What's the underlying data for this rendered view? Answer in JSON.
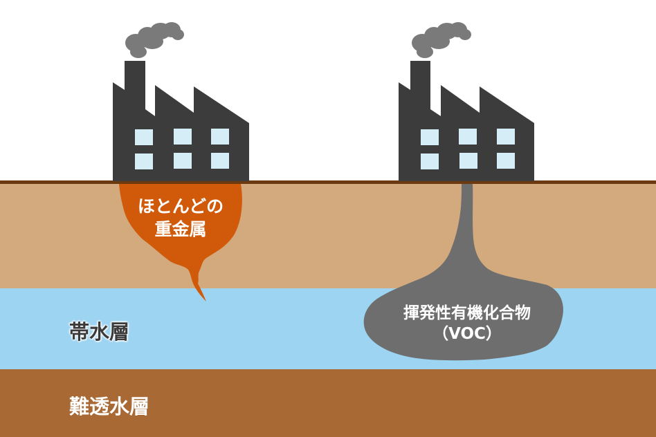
{
  "title": "土壌汚染の広がり方（重金属とVOC）",
  "layers": {
    "ground_surface": {
      "color": "#6b3a10"
    },
    "unsaturated_soil": {
      "color": "#d2aa7e"
    },
    "aquifer": {
      "label": "帯水層",
      "color": "#9dd4f1"
    },
    "aquitard": {
      "label": "難透水層",
      "color": "#a86934"
    }
  },
  "factories": [
    {
      "name": "factory-left",
      "body_color": "#3c3c3c",
      "window_color": "#d5edf6",
      "smoke_color": "#7a7a7a",
      "windows": 6
    },
    {
      "name": "factory-right",
      "body_color": "#3c3c3c",
      "window_color": "#d5edf6",
      "smoke_color": "#7a7a7a",
      "windows": 6
    }
  ],
  "contaminants": {
    "heavy_metals": {
      "label_line1": "ほとんどの",
      "label_line2": "重金属",
      "color": "#d15a0a"
    },
    "voc": {
      "label_line1": "揮発性有機化合物",
      "label_line2": "（VOC）",
      "color": "#6e6e6e"
    }
  }
}
